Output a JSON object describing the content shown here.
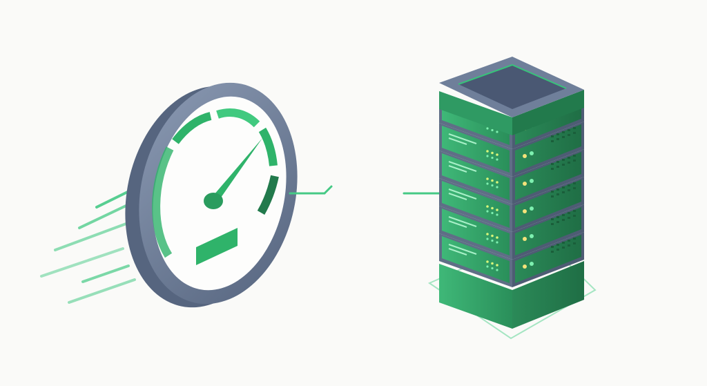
{
  "scene": {
    "subject": "speed-test-to-server",
    "elements": [
      "speedometer-icon",
      "motion-lines",
      "signal-waveform",
      "server-rack-icon"
    ]
  },
  "colors": {
    "background": "#fafaf8",
    "gauge_rim": "#6f7f9a",
    "gauge_rim_dark": "#56657f",
    "gauge_face": "#fdfdfc",
    "accent_green": "#2fb36a",
    "accent_green_light": "#6ee7a0",
    "server_green": "#2f9a63",
    "server_green_dark": "#227a4c",
    "server_frame": "#5f6e86",
    "server_top": "#4a5873"
  }
}
